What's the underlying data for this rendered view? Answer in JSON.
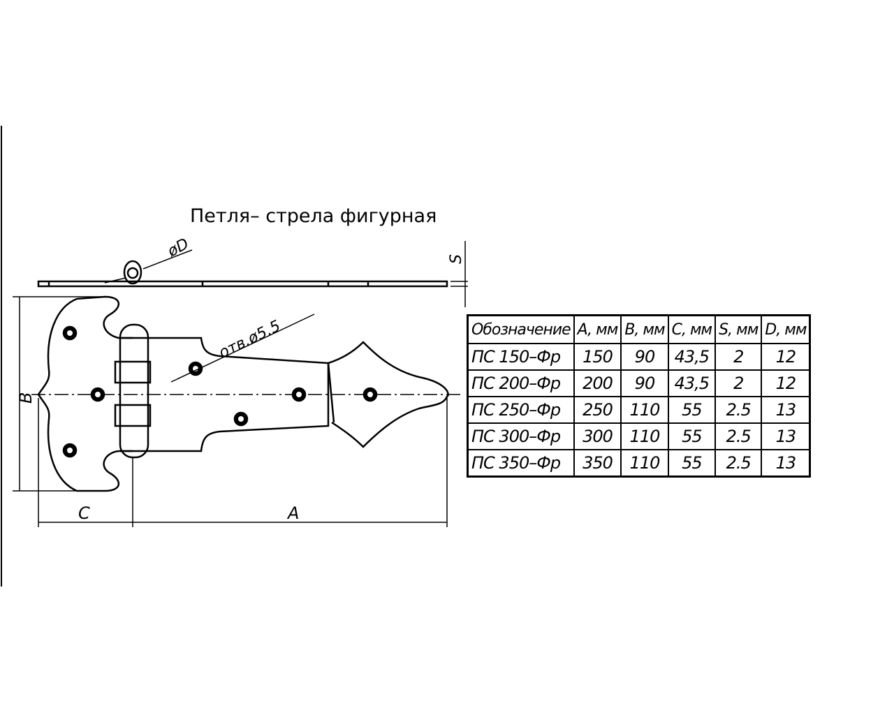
{
  "title": "Петля– стрела фигурная",
  "labels": {
    "diameter_d": "øD",
    "thickness_s": "S",
    "hole": "отв.ø5.5",
    "dim_a": "A",
    "dim_b": "B",
    "dim_c": "C"
  },
  "table": {
    "headers": [
      "Обозначение",
      "A, мм",
      "B, мм",
      "C, мм",
      "S, мм",
      "D, мм"
    ],
    "rows": [
      [
        "ПС 150–Фр",
        "150",
        "90",
        "43,5",
        "2",
        "12"
      ],
      [
        "ПС 200–Фр",
        "200",
        "90",
        "43,5",
        "2",
        "12"
      ],
      [
        "ПС 250–Фр",
        "250",
        "110",
        "55",
        "2.5",
        "13"
      ],
      [
        "ПС 300–Фр",
        "300",
        "110",
        "55",
        "2.5",
        "13"
      ],
      [
        "ПС 350–Фр",
        "350",
        "110",
        "55",
        "2.5",
        "13"
      ]
    ]
  }
}
